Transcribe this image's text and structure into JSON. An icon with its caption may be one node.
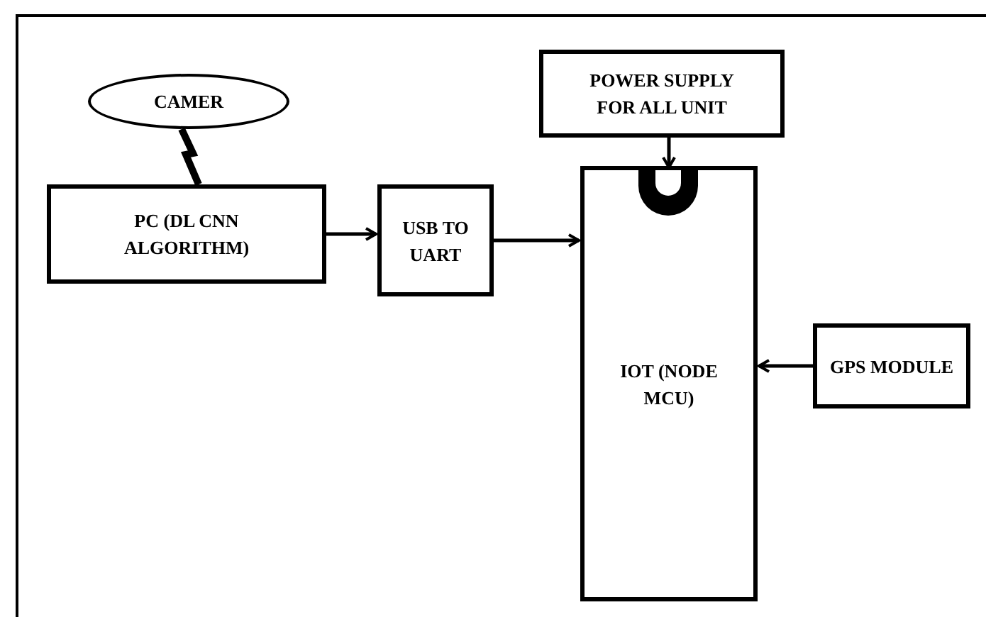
{
  "diagram": {
    "nodes": [
      {
        "text": [
          "CAMER"
        ]
      },
      {
        "text": [
          "PC (DL CNN ALGORITHM)"
        ]
      },
      {
        "text": [
          "USB TO UART"
        ]
      },
      {
        "text": [
          "POWER SUPPLY FOR ALL UNIT"
        ]
      },
      {
        "text": [
          "IOT (NODE MCU)"
        ]
      },
      {
        "text": [
          "GPS MODULE"
        ]
      }
    ],
    "edges": [
      {
        "from": 0,
        "to": 1,
        "arrow": "none",
        "style": "thick"
      },
      {
        "from": 1,
        "to": 2,
        "arrow": "to"
      },
      {
        "from": 2,
        "to": 4,
        "arrow": "to"
      },
      {
        "from": 3,
        "to": 4,
        "arrow": "to"
      },
      {
        "from": 5,
        "to": 4,
        "arrow": "to"
      }
    ]
  }
}
